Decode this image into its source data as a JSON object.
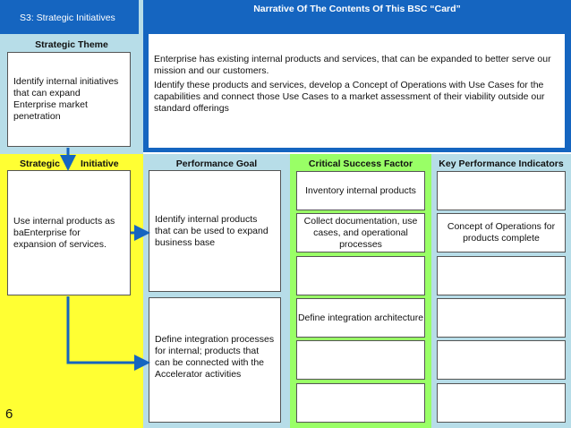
{
  "tab_label": "S3: Strategic Initiatives",
  "narrative": {
    "title": "Narrative Of The Contents Of This BSC “Card”",
    "paragraphs": [
      "Enterprise has existing internal products and services, that can be expanded to better serve our mission and our customers.",
      "Identify these products and services, develop a Concept of Operations with Use Cases for the capabilities and connect those Use Cases to a market assessment of their viability outside our standard offerings"
    ]
  },
  "strategic_theme": {
    "header": "Strategic Theme",
    "text": "Identify internal initiatives that can expand Enterprise market penetration"
  },
  "columns": {
    "strategic": "Strategic",
    "initiative": "Initiative",
    "performance_goal": "Performance Goal",
    "csf": "Critical Success Factor",
    "kpi": "Key Performance Indicators"
  },
  "initiative_text": "Use internal products as baEnterprise for expansion of services.",
  "goals": [
    "Identify internal products that can be used to expand business base",
    "Define integration processes for internal; products that can be connected with the Accelerator activities"
  ],
  "csf_items": [
    "Inventory internal products",
    "Collect documentation, use cases, and operational processes",
    "",
    "Define integration architecture",
    "",
    ""
  ],
  "kpi_items": [
    "",
    "Concept of Operations for products complete",
    "",
    "",
    "",
    ""
  ],
  "page_number": "6",
  "colors": {
    "blue": "#1565c0",
    "light_blue": "#b7dde8",
    "yellow": "#ffff33",
    "green": "#99ff66"
  }
}
